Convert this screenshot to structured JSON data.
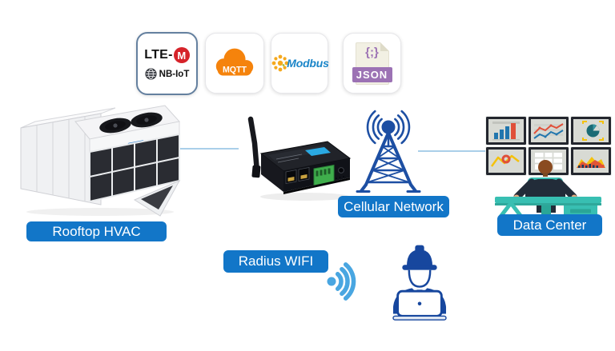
{
  "protocol_badges": {
    "lte_nbiot": {
      "lte_text": "LTE-",
      "m_text": "M",
      "nbiot_text": "NB-IoT"
    },
    "mqtt": {
      "text": "MQTT"
    },
    "modbus": {
      "text": "Modbus"
    },
    "json": {
      "glyph_text": "{;}",
      "text": "JSON"
    }
  },
  "nodes": {
    "hvac": {
      "label": "Rooftop HVAC"
    },
    "cellular_network": {
      "label": "Cellular Network"
    },
    "data_center": {
      "label": "Data Center"
    },
    "radius_wifi": {
      "label": "Radius WIFI"
    }
  },
  "icons": {
    "lte_m": "red-circle-M-badge",
    "nb_iot": "dark-globe-icon",
    "mqtt": "orange-cloud-icon",
    "modbus": "orange-starburst-icon",
    "json": "purple-file-icon",
    "hvac": "rooftop-hvac-unit-photo",
    "gateway": "cellular-gateway-router-with-antenna",
    "cellular_network": "blue-radio-tower-icon",
    "data_center": "monitor-wall-with-operator-at-desk",
    "radius_wifi": "wifi-signal-icon",
    "field_worker": "engineer-hard-hat-laptop-icon"
  },
  "colors": {
    "label_bg": "#1276c8",
    "connector": "#aacfe9",
    "tower_blue": "#1d4fa3",
    "wifi_blue": "#49a6e1",
    "worker_blue": "#17479e",
    "mqtt_orange": "#f5830c",
    "modbus_blue": "#1a85c8",
    "modbus_star": "#f5a91e",
    "json_purple": "#9c72b4",
    "json_page": "#f2f0e3",
    "lte_red": "#d6232a",
    "desk_teal": "#38bfb2",
    "monitor_frame": "#23262e",
    "monitor_screen": "#d8dad4"
  }
}
